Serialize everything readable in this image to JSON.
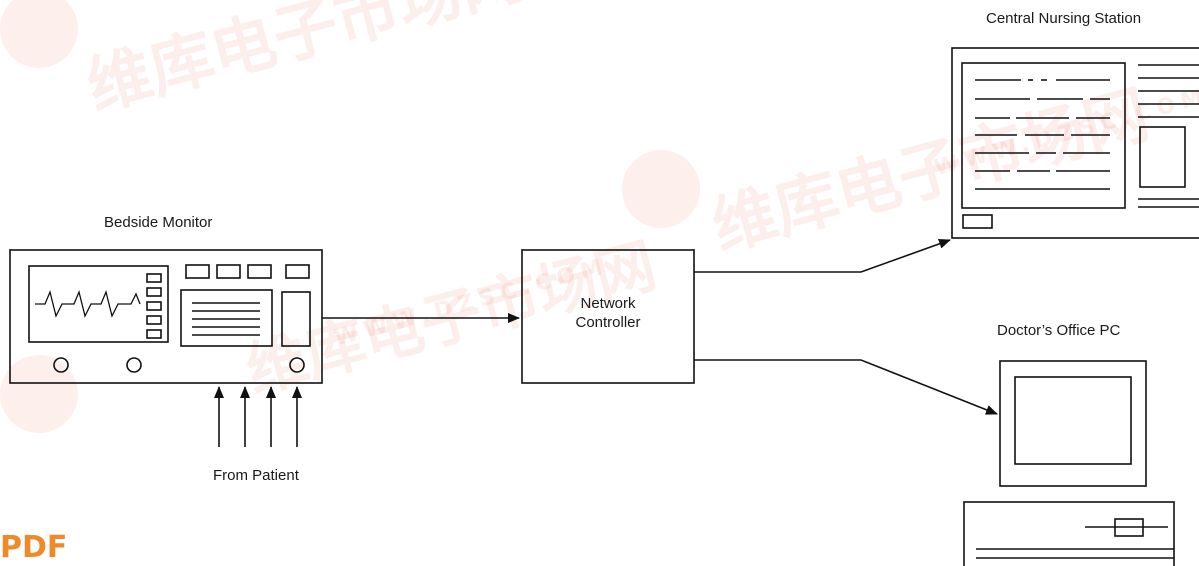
{
  "labels": {
    "bedside_monitor": "Bedside Monitor",
    "from_patient": "From Patient",
    "network_controller_line1": "Network",
    "network_controller_line2": "Controller",
    "central_nursing_station": "Central Nursing Station",
    "doctors_office_pc": "Doctor’s Office PC"
  },
  "watermark": {
    "url": "WWW.DZSC.COM",
    "chars": "维库电子市场网"
  },
  "footer_logo": "PDF",
  "colors": {
    "line": "#111111",
    "watermark": "#eb7864",
    "logo": "#ee8a2a"
  }
}
